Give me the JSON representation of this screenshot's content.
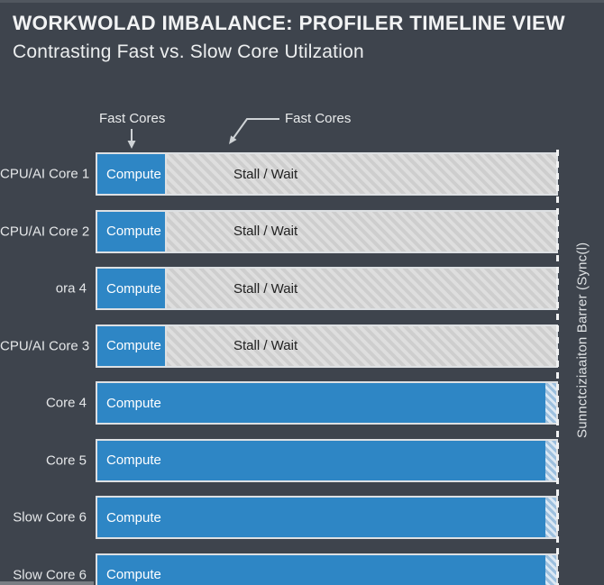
{
  "header": {
    "title": "WORKWOLAD IMBALANCE: PROFILER TIMELINE VIEW",
    "subtitle": "Contrasting Fast vs. Slow Core Utilzation"
  },
  "annotations": {
    "fast_cores_left": "Fast Cores",
    "fast_cores_right": "Fast Cores"
  },
  "right_axis": {
    "label": "Sunnctciziaaiton Barrer (Sync(l)"
  },
  "colors": {
    "background": "#3e444d",
    "compute_blue": "#2e86c5",
    "stall_gray": "#d3d3d3",
    "bar_border": "#dde0e3",
    "sync_dash": "#f1f2f3",
    "text_light": "#e9ebec",
    "text_dark": "#1f1f1f"
  },
  "chart_data": {
    "type": "timeline",
    "title": "WORKWOLAD IMBALANCE: PROFILER TIMELINE VIEW",
    "subtitle": "Contrasting Fast vs. Slow Core Utilzation",
    "x_axis": "time (no ticks shown)",
    "legend_position": "none",
    "barrier_label": "Sunnctciziaaiton Barrer (Sync(l)",
    "rows": [
      {
        "label": "CPU/AI Core 1",
        "core_type": "fast",
        "segments": [
          {
            "name": "Compute",
            "fraction": 0.15
          },
          {
            "name": "Stall / Wait",
            "fraction": 0.85
          }
        ]
      },
      {
        "label": "CPU/AI Core 2",
        "core_type": "fast",
        "segments": [
          {
            "name": "Compute",
            "fraction": 0.15
          },
          {
            "name": "Stall / Wait",
            "fraction": 0.85
          }
        ]
      },
      {
        "label": "ora 4",
        "core_type": "fast",
        "segments": [
          {
            "name": "Compute",
            "fraction": 0.15
          },
          {
            "name": "Stall / Wait",
            "fraction": 0.85
          }
        ]
      },
      {
        "label": "CPU/AI Core 3",
        "core_type": "fast",
        "segments": [
          {
            "name": "Compute",
            "fraction": 0.15
          },
          {
            "name": "Stall / Wait",
            "fraction": 0.85
          }
        ]
      },
      {
        "label": "Core 4",
        "core_type": "slow",
        "segments": [
          {
            "name": "Compute",
            "fraction": 0.976
          },
          {
            "name": "",
            "fraction": 0.024
          }
        ]
      },
      {
        "label": "Core 5",
        "core_type": "slow",
        "segments": [
          {
            "name": "Compute",
            "fraction": 0.976
          },
          {
            "name": "",
            "fraction": 0.024
          }
        ]
      },
      {
        "label": "Slow Core 6",
        "core_type": "slow",
        "segments": [
          {
            "name": "Compute",
            "fraction": 0.976
          },
          {
            "name": "",
            "fraction": 0.024
          }
        ]
      },
      {
        "label": "Slow Core 6",
        "core_type": "slow",
        "segments": [
          {
            "name": "Compute",
            "fraction": 0.976
          },
          {
            "name": "",
            "fraction": 0.024
          }
        ]
      }
    ]
  }
}
